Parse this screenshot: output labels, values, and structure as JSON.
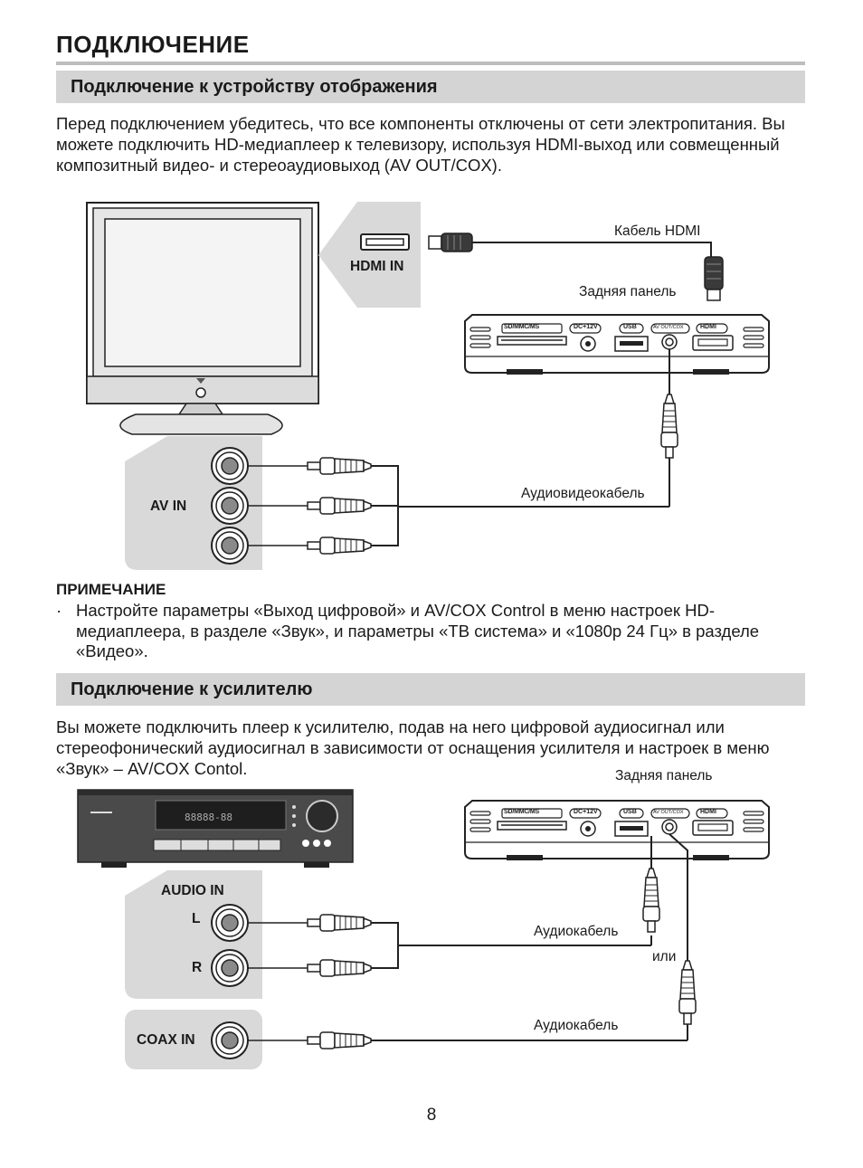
{
  "heading": "ПОДКЛЮЧЕНИЕ",
  "section1": {
    "title": "Подключение к устройству отображения",
    "text": "Перед подключением убедитесь, что все компоненты отключены от сети электропитания. Вы можете подключить HD-медиаплеер к телевизору, используя HDMI-выход или совмещенный композитный видео- и стереоаудиовыход (AV OUT/COX).",
    "hdmi_in": "HDMI IN",
    "av_in": "AV IN",
    "hdmi_cable": "Кабель HDMI",
    "back_panel": "Задняя панель",
    "av_cable": "Аудиовидеокабель"
  },
  "panel_labels": {
    "sd": "SD/MMC/MS",
    "dc": "DC+12V",
    "usb": "USB",
    "avout": "AV OUT/COX",
    "hdmi": "HDMI"
  },
  "note": {
    "title": "ПРИМЕЧАНИЕ",
    "bullet": "·",
    "text": "Настройте параметры «Выход цифровой» и AV/COX Control в меню настроек HD-медиаплеера, в разделе «Звук», и параметры «ТВ система» и «1080р 24 Гц» в разделе «Видео»."
  },
  "section2": {
    "title": "Подключение к усилителю",
    "text": "Вы можете подключить плеер к усилителю, подав на него цифровой аудиосигнал или стереофонический аудиосигнал в зависимости от оснащения усилителя и настроек в меню «Звук» – AV/COX Contol.",
    "back_panel": "Задняя панель",
    "audio_in": "AUDIO IN",
    "left": "L",
    "right": "R",
    "coax_in": "COAX IN",
    "audio_cable_1": "Аудиокабель",
    "or": "или",
    "audio_cable_2": "Аудиокабель"
  },
  "page_number": "8"
}
